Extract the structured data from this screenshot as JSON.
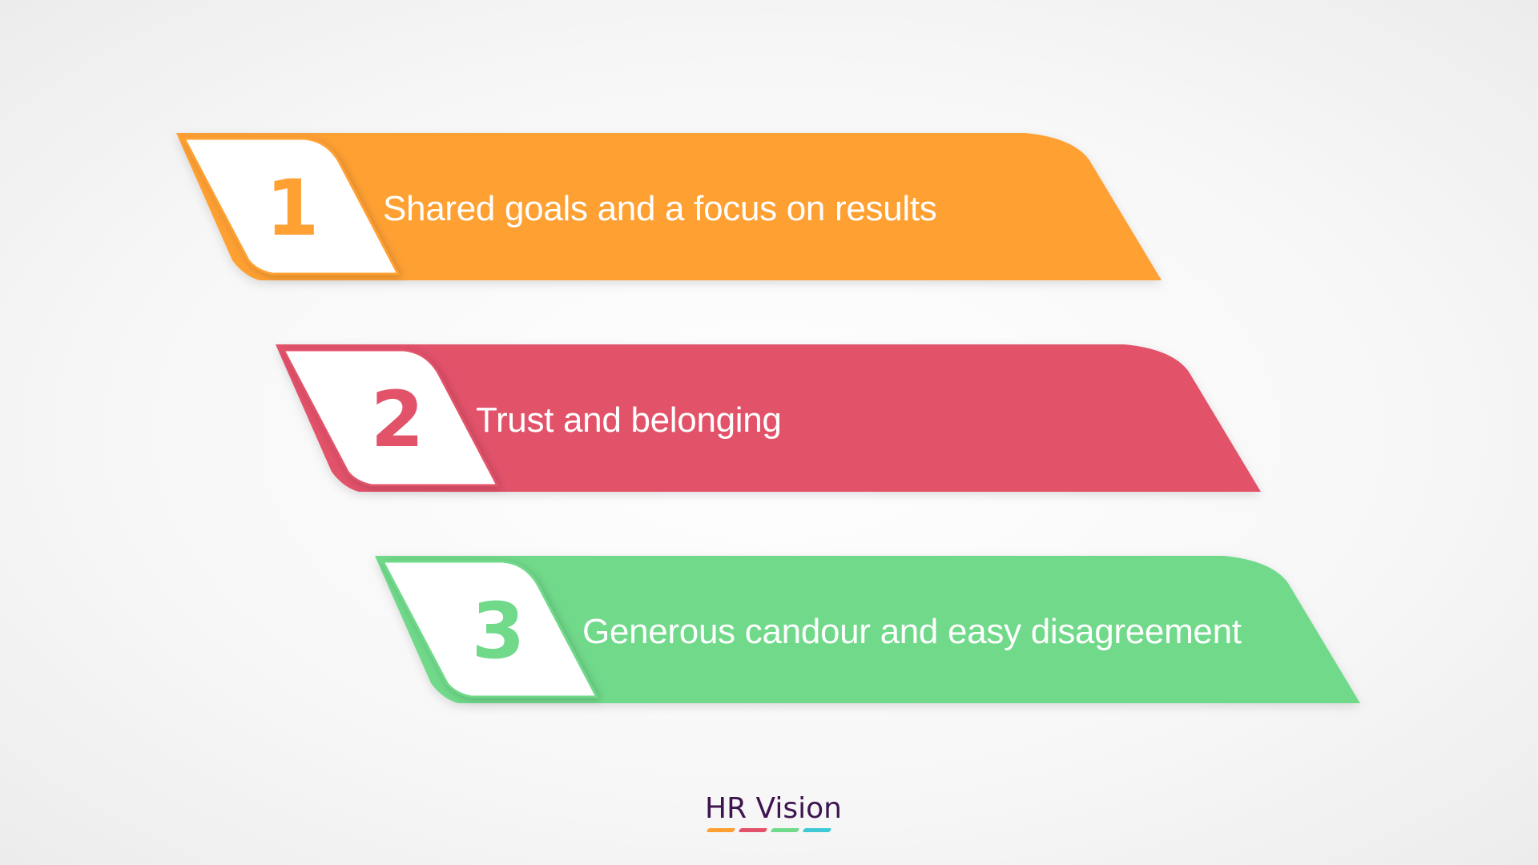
{
  "steps": [
    {
      "number": "1",
      "text": "Shared goals and a focus on results",
      "color": "#ffa033"
    },
    {
      "number": "2",
      "text": "Trust and belonging",
      "color": "#e2526a"
    },
    {
      "number": "3",
      "text": "Generous candour and easy disagreement",
      "color": "#70d98a"
    }
  ],
  "logo": {
    "text": "HR Vision",
    "bar_colors": [
      "#ffa033",
      "#e2526a",
      "#70d98a",
      "#3ec9d4"
    ]
  }
}
